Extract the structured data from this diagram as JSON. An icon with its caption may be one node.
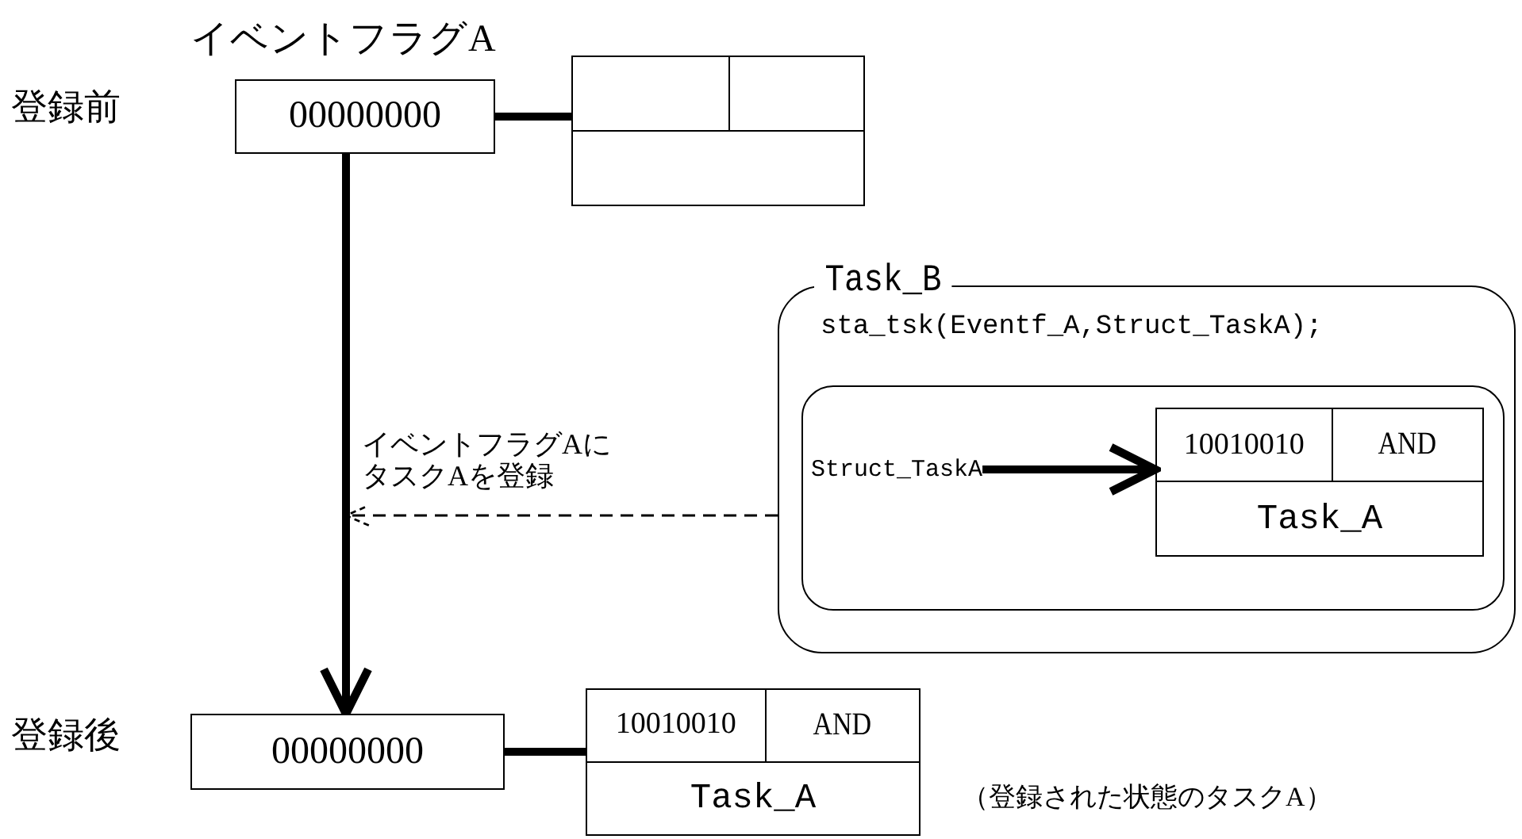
{
  "diagram": {
    "nodes": [
      {
        "text": [
          "00000000"
        ]
      },
      {
        "text": [],
        "shape": "box"
      },
      {
        "text": [
          "Task_B",
          "sta_tsk(Eventf_A,Struct_TaskA);"
        ]
      },
      {
        "text": [],
        "shape": "box",
        "in": 2
      },
      {
        "text": [
          "Struct_TaskA"
        ],
        "in": 3
      },
      {
        "text": [
          "10010010",
          "AND",
          "Task_A"
        ],
        "in": 3
      },
      {
        "text": [
          "00000000"
        ]
      },
      {
        "text": [
          "10010010",
          "AND",
          "Task_A"
        ],
        "beside": [
          "（登録された状態のタスクA）"
        ]
      }
    ],
    "edges": [
      {
        "from": 0,
        "to": 1,
        "arrow": "none"
      },
      {
        "from": 0,
        "to": 6,
        "arrow": "to"
      },
      {
        "from": 2,
        "to": null,
        "arrow": "to",
        "style": "dashed",
        "label": "イベントフラグAにタスクAを登録"
      },
      {
        "from": 4,
        "to": 5,
        "arrow": "to"
      },
      {
        "from": 6,
        "to": 7,
        "arrow": "none"
      }
    ],
    "labels": [
      "イベントフラグA",
      "登録前",
      "登録後"
    ]
  }
}
